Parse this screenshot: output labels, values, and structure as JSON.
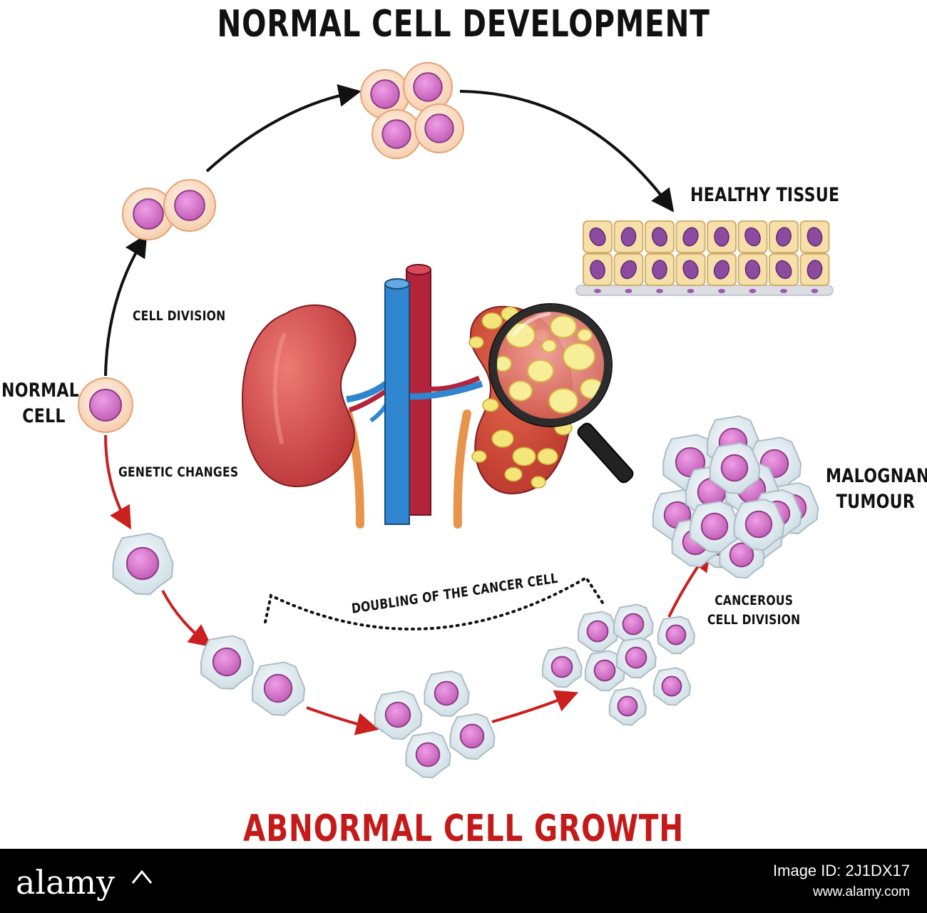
{
  "titles": {
    "top": "NORMAL CELL DEVELOPMENT",
    "bottom": "ABNORMAL CELL GROWTH"
  },
  "labels": {
    "cell_division": "CELL DIVISION",
    "normal_cell_line1": "NORMAL",
    "normal_cell_line2": "CELL",
    "genetic_changes": "GENETIC CHANGES",
    "healthy_tissue": "HEALTHY TISSUE",
    "malignant_line1": "MALOGNANT",
    "malignant_line2": "TUMOUR",
    "doubling": "DOUBLING OF THE CANCER CELL",
    "cancerous_line1": "CANCEROUS",
    "cancerous_line2": "CELL DIVISION"
  },
  "colors": {
    "normal_arrow": "#111111",
    "abnormal_arrow": "#cc1f1f",
    "normal_cell_body": "#fbe3cf",
    "normal_cell_edge": "#e5a277",
    "nucleus": "#cf6fc4",
    "cancer_cell_body": "#e3eef2",
    "cancer_cell_edge": "#aebcc4",
    "kidney_red": "#d7504f",
    "artery": "#b3233a",
    "vein": "#2f86cf",
    "ureter": "#e9944b",
    "tumour_yellow": "#f3e57a"
  },
  "icons": {
    "magnifier": "magnifying-glass-icon"
  },
  "footer": {
    "brand": "alamy",
    "image_id": "Image ID: 2J1DX17",
    "site": "www.alamy.com"
  }
}
